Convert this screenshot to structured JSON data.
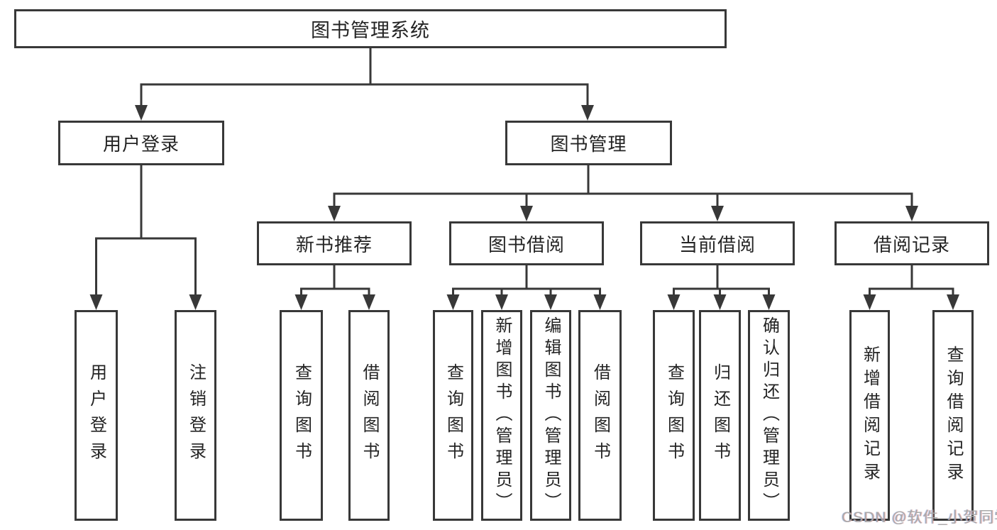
{
  "diagram": {
    "title": "图书管理系统",
    "root": {
      "label": "图书管理系统"
    },
    "level2": [
      {
        "id": "user-login",
        "label": "用户登录"
      },
      {
        "id": "book-management",
        "label": "图书管理"
      }
    ],
    "level3": [
      {
        "id": "new-book-recommend",
        "parent": "图书管理",
        "label": "新书推荐"
      },
      {
        "id": "book-borrow",
        "parent": "图书管理",
        "label": "图书借阅"
      },
      {
        "id": "current-borrow",
        "parent": "图书管理",
        "label": "当前借阅"
      },
      {
        "id": "borrow-records",
        "parent": "图书管理",
        "label": "借阅记录"
      }
    ],
    "leaves": [
      {
        "parent": "用户登录",
        "label": "用户登录"
      },
      {
        "parent": "用户登录",
        "label": "注销登录"
      },
      {
        "parent": "新书推荐",
        "label": "查询图书"
      },
      {
        "parent": "新书推荐",
        "label": "借阅图书"
      },
      {
        "parent": "图书借阅",
        "label": "查询图书"
      },
      {
        "parent": "图书借阅",
        "label": "新增图书（管理员）"
      },
      {
        "parent": "图书借阅",
        "label": "编辑图书（管理员）"
      },
      {
        "parent": "图书借阅",
        "label": "借阅图书"
      },
      {
        "parent": "当前借阅",
        "label": "查询图书"
      },
      {
        "parent": "当前借阅",
        "label": "归还图书"
      },
      {
        "parent": "当前借阅",
        "label": "确认归还（管理员）"
      },
      {
        "parent": "借阅记录",
        "label": "新增借阅记录"
      },
      {
        "parent": "借阅记录",
        "label": "查询借阅记录"
      }
    ]
  },
  "watermark": {
    "text": "CSDN @软件_小贺同学"
  },
  "colors": {
    "line": "#383838",
    "box_border": "#383838",
    "text": "#242424",
    "background": "#ffffff",
    "watermark": "#a9a9a9"
  }
}
